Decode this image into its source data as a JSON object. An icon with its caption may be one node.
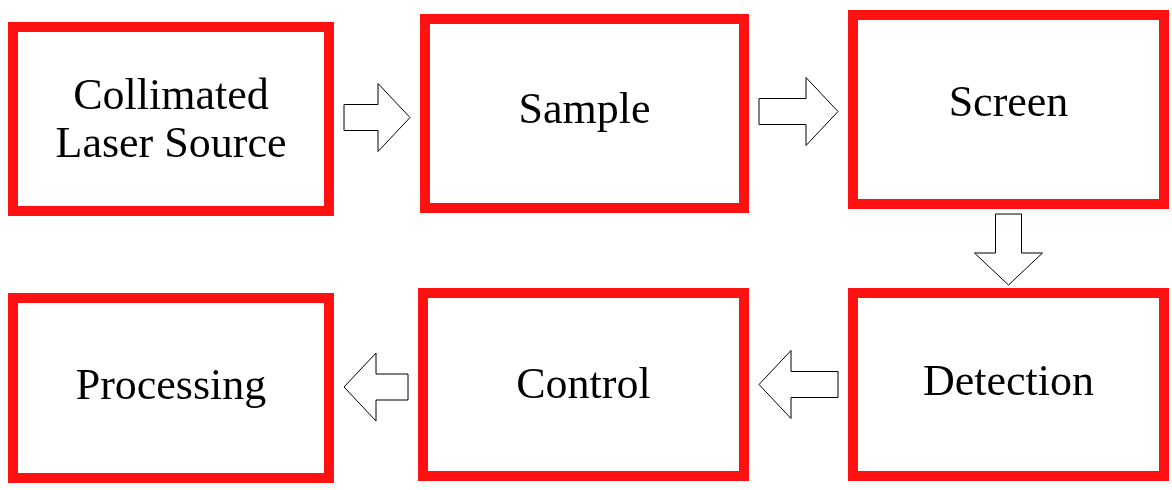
{
  "diagram": {
    "nodes": [
      {
        "text": [
          "Collimated Laser Source"
        ]
      },
      {
        "text": [
          "Sample"
        ]
      },
      {
        "text": [
          "Screen"
        ]
      },
      {
        "text": [
          "Detection"
        ]
      },
      {
        "text": [
          "Control"
        ]
      },
      {
        "text": [
          "Processing"
        ]
      }
    ],
    "edges": [
      {
        "from": 0,
        "to": 1,
        "arrow": "to"
      },
      {
        "from": 1,
        "to": 2,
        "arrow": "to"
      },
      {
        "from": 2,
        "to": 3,
        "arrow": "to"
      },
      {
        "from": 3,
        "to": 4,
        "arrow": "to"
      },
      {
        "from": 4,
        "to": 5,
        "arrow": "to"
      }
    ]
  }
}
